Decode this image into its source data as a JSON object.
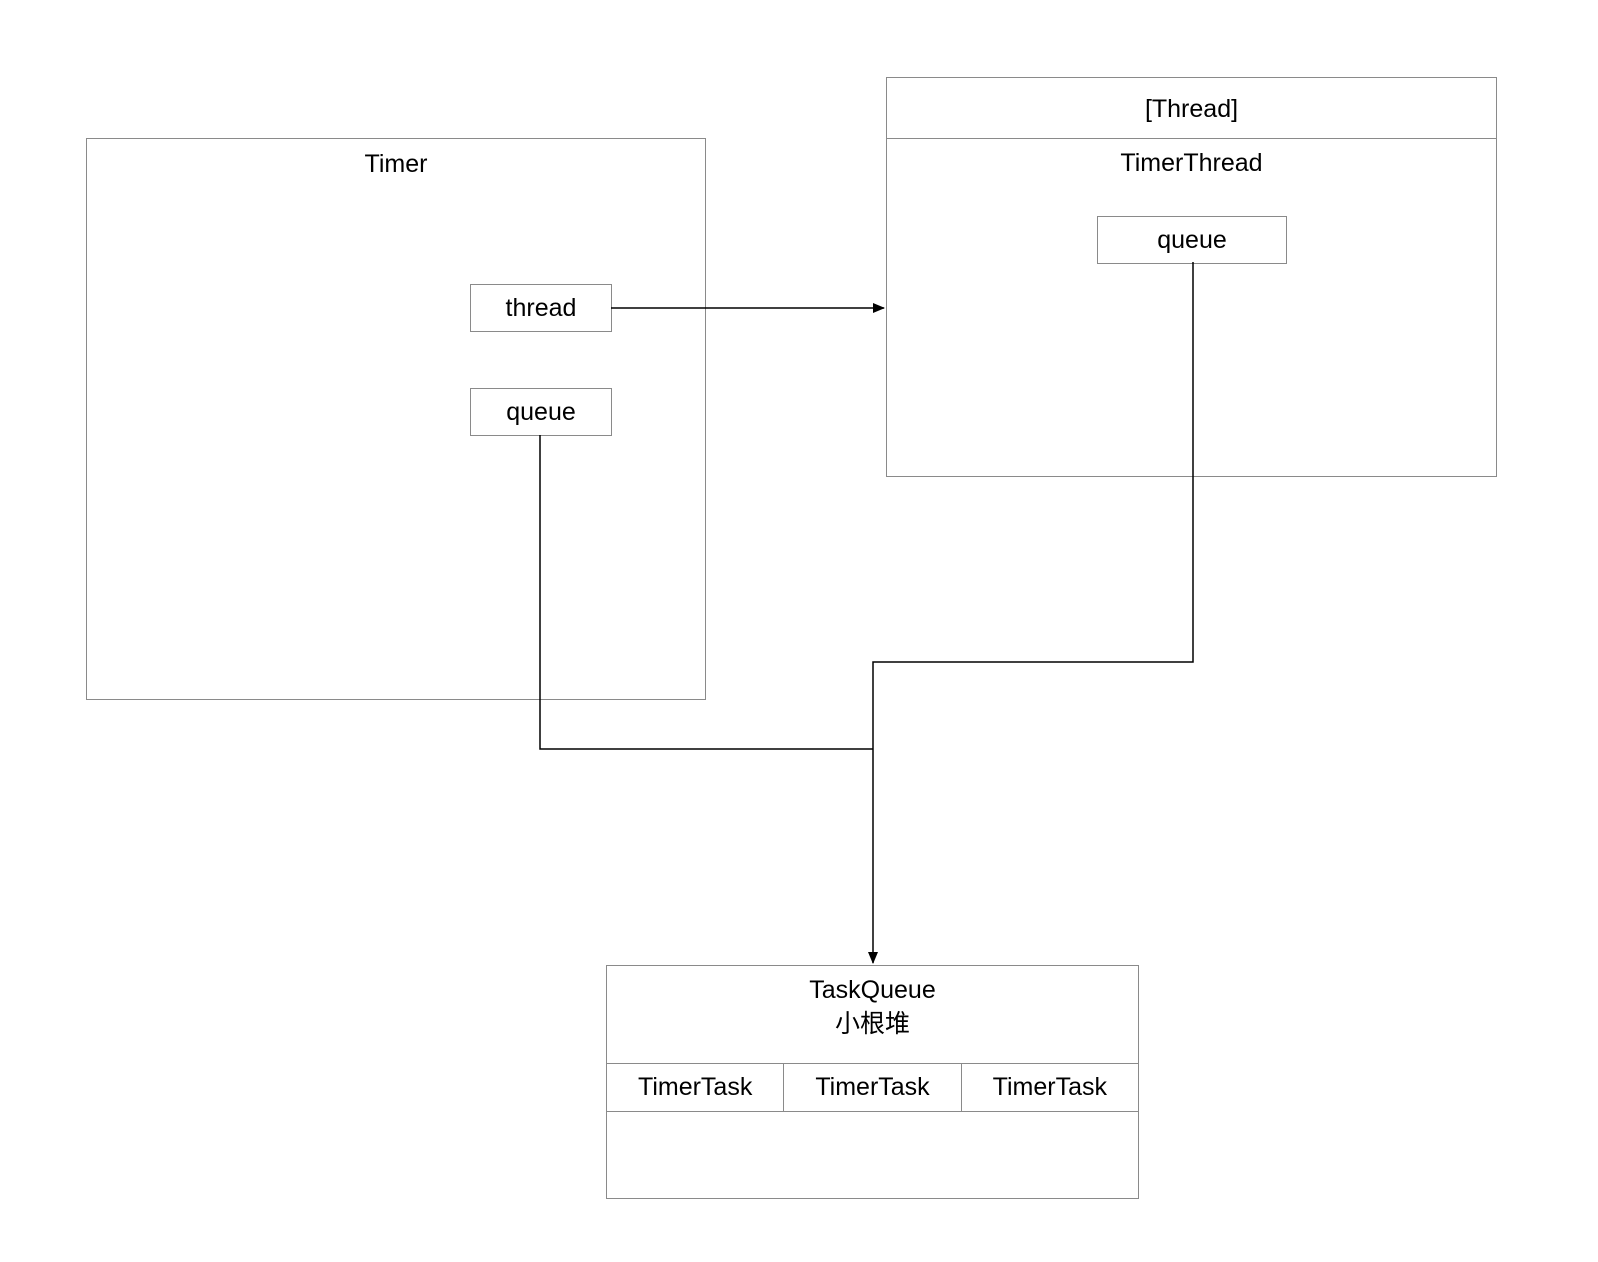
{
  "timer": {
    "title": "Timer",
    "thread_field": "thread",
    "queue_field": "queue"
  },
  "timer_thread": {
    "stereotype": "[Thread]",
    "title": "TimerThread",
    "queue_field": "queue"
  },
  "task_queue": {
    "title": "TaskQueue",
    "subtitle": "小根堆",
    "tasks": [
      "TimerTask",
      "TimerTask",
      "TimerTask"
    ]
  }
}
